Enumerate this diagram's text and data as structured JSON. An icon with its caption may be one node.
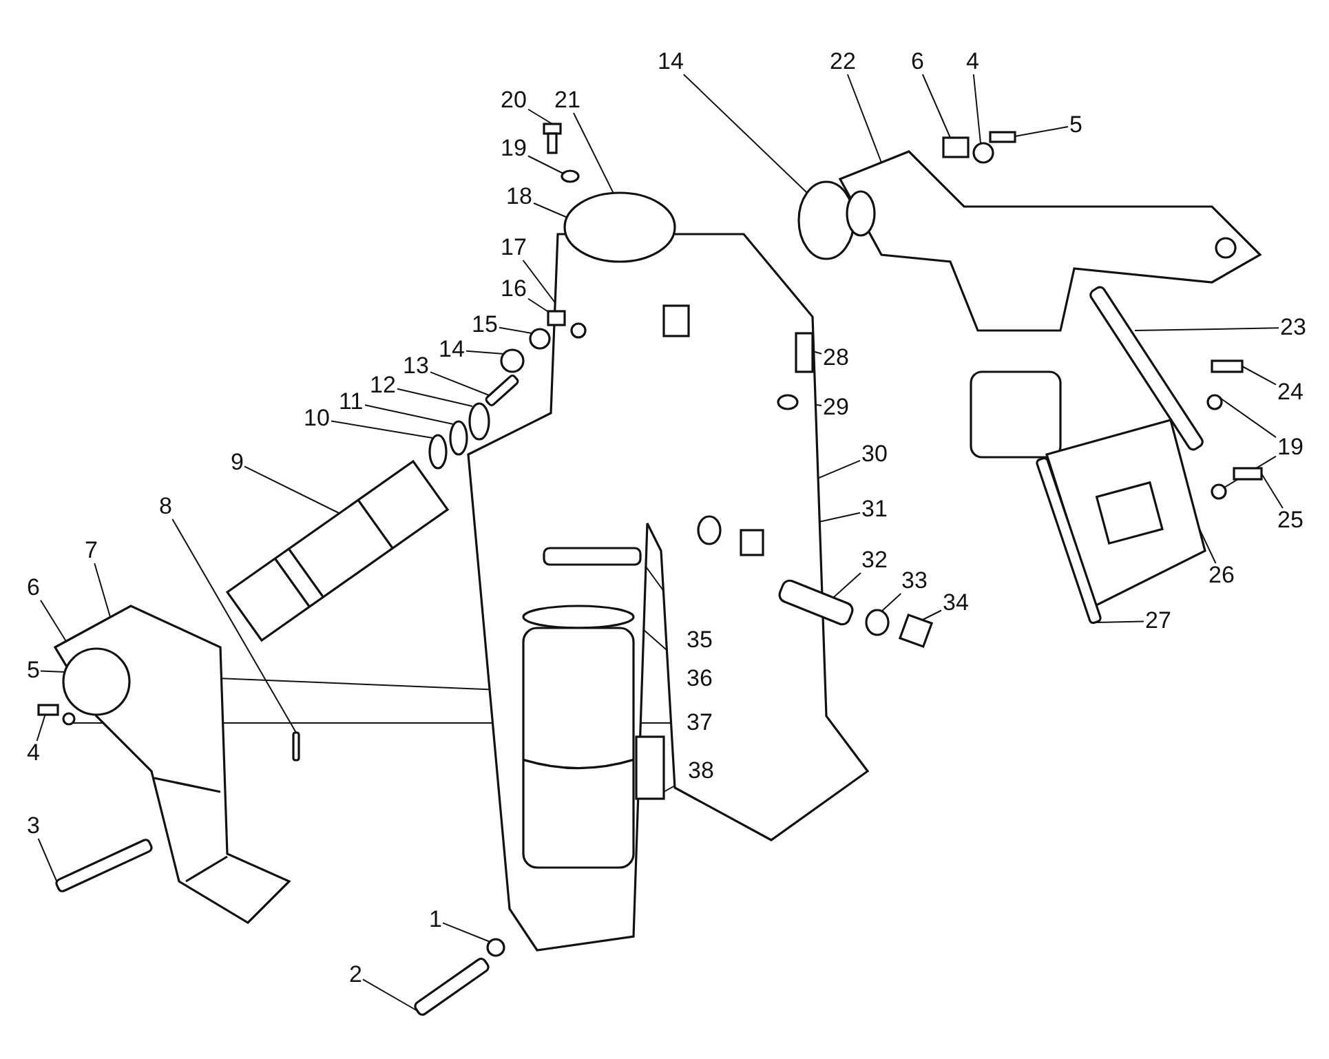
{
  "diagram": {
    "nodes": [
      {
        "text": [
          "20"
        ]
      },
      {
        "text": [
          "21"
        ]
      },
      {
        "text": [
          "14"
        ]
      },
      {
        "text": [
          "22"
        ]
      },
      {
        "text": [
          "6"
        ]
      },
      {
        "text": [
          "4"
        ]
      },
      {
        "text": [
          "5"
        ]
      },
      {
        "text": [
          "19"
        ]
      },
      {
        "text": [
          "18"
        ]
      },
      {
        "text": [
          "17"
        ]
      },
      {
        "text": [
          "16"
        ]
      },
      {
        "text": [
          "15"
        ]
      },
      {
        "text": [
          "14"
        ]
      },
      {
        "text": [
          "13"
        ]
      },
      {
        "text": [
          "12"
        ]
      },
      {
        "text": [
          "11"
        ]
      },
      {
        "text": [
          "10"
        ]
      },
      {
        "text": [
          "23"
        ]
      },
      {
        "text": [
          "28"
        ]
      },
      {
        "text": [
          "24"
        ]
      },
      {
        "text": [
          "29"
        ]
      },
      {
        "text": [
          "19"
        ]
      },
      {
        "text": [
          "30"
        ]
      },
      {
        "text": [
          "9"
        ]
      },
      {
        "text": [
          "8"
        ]
      },
      {
        "text": [
          "31"
        ]
      },
      {
        "text": [
          "25"
        ]
      },
      {
        "text": [
          "32"
        ]
      },
      {
        "text": [
          "26"
        ]
      },
      {
        "text": [
          "33"
        ]
      },
      {
        "text": [
          "6"
        ]
      },
      {
        "text": [
          "7"
        ]
      },
      {
        "text": [
          "34"
        ]
      },
      {
        "text": [
          "27"
        ]
      },
      {
        "text": [
          "35"
        ]
      },
      {
        "text": [
          "36"
        ]
      },
      {
        "text": [
          "5"
        ]
      },
      {
        "text": [
          "4"
        ]
      },
      {
        "text": [
          "37"
        ]
      },
      {
        "text": [
          "38"
        ]
      },
      {
        "text": [
          "3"
        ]
      },
      {
        "text": [
          "1"
        ]
      },
      {
        "text": [
          "2"
        ]
      },
      {
        "text": [],
        "shape": "picture"
      },
      {
        "text": [],
        "shape": "box"
      },
      {
        "text": [],
        "shape": "circle"
      },
      {
        "text": [],
        "shape": "picture"
      },
      {
        "text": [],
        "shape": "box"
      },
      {
        "text": [],
        "shape": "circle"
      },
      {
        "text": [],
        "shape": "box"
      },
      {
        "text": [],
        "shape": "circle"
      },
      {
        "text": [],
        "shape": "circle"
      },
      {
        "text": [],
        "shape": "circle"
      },
      {
        "text": [],
        "shape": "box"
      },
      {
        "text": [],
        "shape": "circle"
      },
      {
        "text": [],
        "shape": "circle"
      },
      {
        "text": [],
        "shape": "bar"
      },
      {
        "text": [],
        "shape": "circle"
      },
      {
        "text": [],
        "shape": "circle"
      },
      {
        "text": [],
        "shape": "circle"
      },
      {
        "text": [],
        "shape": "bar"
      },
      {
        "text": [],
        "shape": "box"
      },
      {
        "text": [],
        "shape": "box"
      },
      {
        "text": [],
        "shape": "circle"
      },
      {
        "text": [],
        "shape": "circle"
      },
      {
        "text": [],
        "shape": "circle"
      },
      {
        "text": [],
        "shape": "circle"
      },
      {
        "text": [],
        "shape": "picture"
      },
      {
        "text": [],
        "shape": "bar"
      },
      {
        "text": [],
        "shape": "box"
      },
      {
        "text": [],
        "shape": "box"
      },
      {
        "text": [],
        "shape": "bar"
      },
      {
        "text": [],
        "shape": "picture"
      },
      {
        "text": [],
        "shape": "circle"
      },
      {
        "text": [],
        "shape": "circle",
        "in": 75
      },
      {
        "text": [],
        "shape": "picture"
      },
      {
        "text": [],
        "shape": "box"
      },
      {
        "text": [],
        "shape": "bar"
      },
      {
        "text": [],
        "shape": "bar"
      },
      {
        "text": [],
        "shape": "circle"
      },
      {
        "text": [],
        "shape": "cylinder"
      },
      {
        "text": [],
        "shape": "box"
      },
      {
        "text": [],
        "shape": "circle"
      },
      {
        "text": [],
        "shape": "box"
      },
      {
        "text": [],
        "shape": "bar"
      },
      {
        "text": [],
        "shape": "circle"
      },
      {
        "text": [],
        "shape": "bar"
      }
    ],
    "edges": [
      {
        "from": 0,
        "to": 43,
        "arrow": "none"
      },
      {
        "from": 1,
        "to": 44,
        "arrow": "none"
      },
      {
        "from": 2,
        "to": 45,
        "arrow": "none"
      },
      {
        "from": 3,
        "to": 46,
        "arrow": "none"
      },
      {
        "from": 4,
        "to": 47,
        "arrow": "none"
      },
      {
        "from": 5,
        "to": 48,
        "arrow": "none"
      },
      {
        "from": 6,
        "to": 49,
        "arrow": "none"
      },
      {
        "from": 7,
        "to": 50,
        "arrow": "none"
      },
      {
        "from": 8,
        "to": 51,
        "arrow": "none"
      },
      {
        "from": 9,
        "to": 52,
        "arrow": "none"
      },
      {
        "from": 10,
        "to": 53,
        "arrow": "none"
      },
      {
        "from": 11,
        "to": 54,
        "arrow": "none"
      },
      {
        "from": 12,
        "to": 55,
        "arrow": "none"
      },
      {
        "from": 13,
        "to": 56,
        "arrow": "none"
      },
      {
        "from": 14,
        "to": 57,
        "arrow": "none"
      },
      {
        "from": 15,
        "to": 58,
        "arrow": "none"
      },
      {
        "from": 16,
        "to": 59,
        "arrow": "none"
      },
      {
        "from": 17,
        "to": 60,
        "arrow": "none"
      },
      {
        "from": 18,
        "to": 61,
        "arrow": "none"
      },
      {
        "from": 19,
        "to": 62,
        "arrow": "none"
      },
      {
        "from": 20,
        "to": 63,
        "arrow": "none"
      },
      {
        "from": 21,
        "to": 64,
        "arrow": "none"
      },
      {
        "from": 21,
        "to": 65,
        "arrow": "none"
      },
      {
        "from": 22,
        "to": 66,
        "arrow": "none"
      },
      {
        "from": 23,
        "to": 67,
        "arrow": "none"
      },
      {
        "from": 24,
        "to": 68,
        "arrow": "none"
      },
      {
        "from": 25,
        "to": 69,
        "arrow": "none"
      },
      {
        "from": 26,
        "to": 70,
        "arrow": "none"
      },
      {
        "from": 27,
        "to": 71,
        "arrow": "none"
      },
      {
        "from": 28,
        "to": 72,
        "arrow": "none"
      },
      {
        "from": 29,
        "to": 73,
        "arrow": "none"
      },
      {
        "from": 30,
        "to": 74,
        "arrow": "none"
      },
      {
        "from": 31,
        "to": 75,
        "arrow": "none"
      },
      {
        "from": 32,
        "to": 76,
        "arrow": "none"
      },
      {
        "from": 33,
        "to": 77,
        "arrow": "none"
      },
      {
        "from": 34,
        "to": 78,
        "arrow": "none"
      },
      {
        "from": 35,
        "to": 79,
        "arrow": "none"
      },
      {
        "from": 36,
        "to": 80,
        "arrow": "none"
      },
      {
        "from": 37,
        "to": 81,
        "arrow": "none"
      },
      {
        "from": 38,
        "to": 82,
        "arrow": "none"
      },
      {
        "from": 39,
        "to": 83,
        "arrow": "none"
      },
      {
        "from": 40,
        "to": 84,
        "arrow": "none"
      },
      {
        "from": 41,
        "to": 85,
        "arrow": "none"
      },
      {
        "from": 42,
        "to": 86,
        "arrow": "none"
      }
    ]
  }
}
